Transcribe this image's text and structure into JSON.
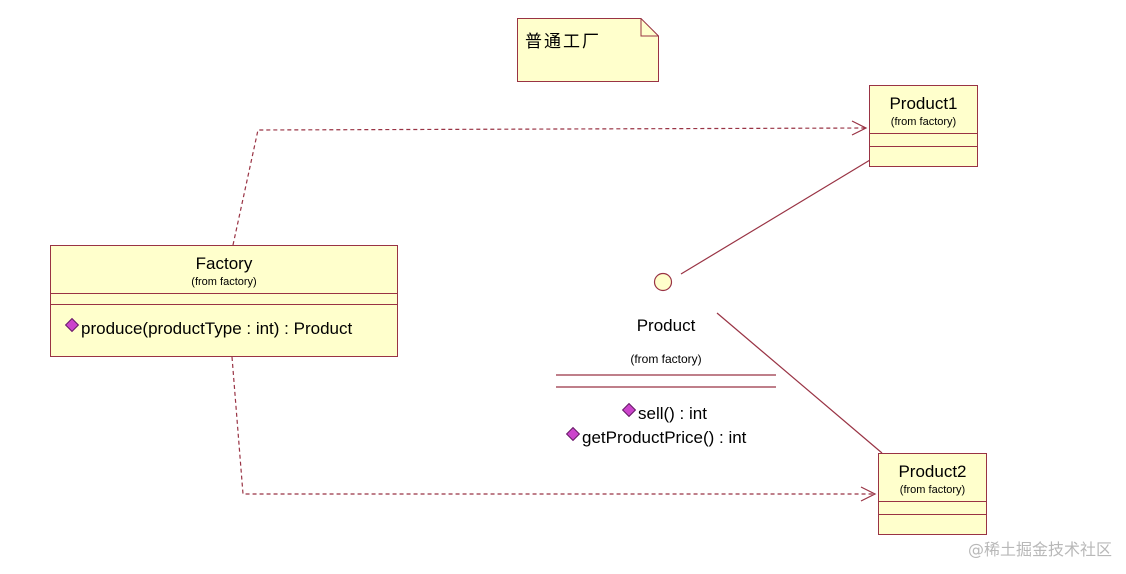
{
  "note": {
    "text": "普通工厂"
  },
  "factory": {
    "name": "Factory",
    "from": "(from factory)",
    "operation": "produce(productType : int) : Product"
  },
  "product1": {
    "name": "Product1",
    "from": "(from factory)"
  },
  "product2": {
    "name": "Product2",
    "from": "(from factory)"
  },
  "product": {
    "name": "Product",
    "from": "(from factory)",
    "operations": [
      "sell() : int",
      "getProductPrice() : int"
    ]
  },
  "colors": {
    "class_fill": "#ffffcc",
    "border": "#993344",
    "operation_marker": "#cc44cc",
    "watermark": "#b8b8b8"
  },
  "watermark": "@稀土掘金技术社区"
}
